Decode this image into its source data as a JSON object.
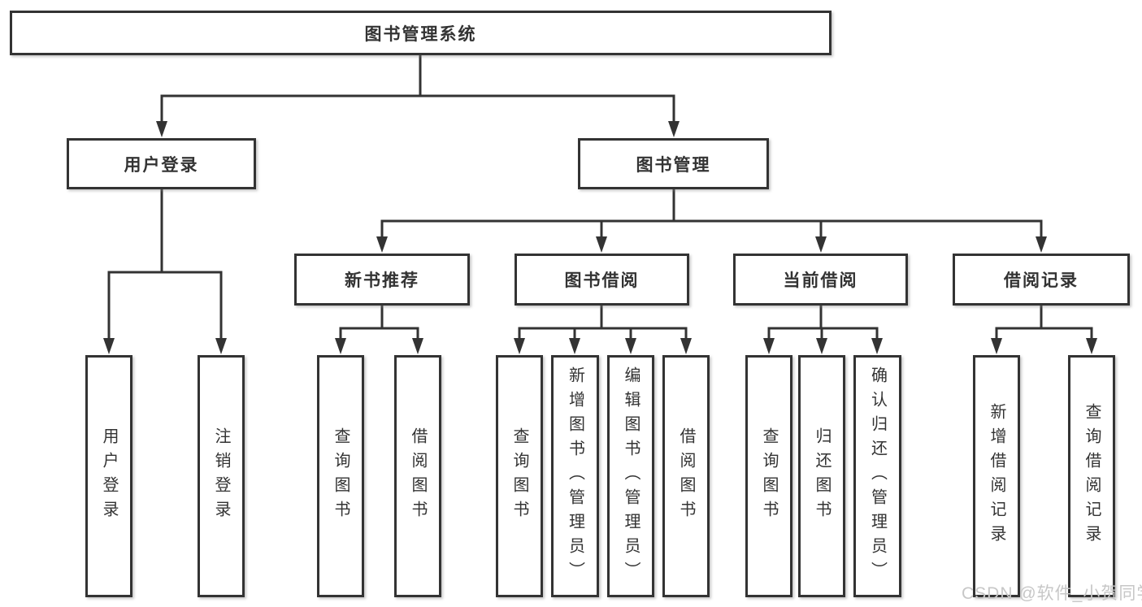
{
  "diagram": {
    "title": "图书管理系统",
    "root": {
      "label": "图书管理系统"
    },
    "level2": [
      {
        "label": "用户登录"
      },
      {
        "label": "图书管理"
      }
    ],
    "level3": [
      {
        "label": "新书推荐",
        "parent": "图书管理"
      },
      {
        "label": "图书借阅",
        "parent": "图书管理"
      },
      {
        "label": "当前借阅",
        "parent": "图书管理"
      },
      {
        "label": "借阅记录",
        "parent": "图书管理"
      }
    ],
    "leaves": [
      {
        "label": "用户登录",
        "parent": "用户登录"
      },
      {
        "label": "注销登录",
        "parent": "用户登录"
      },
      {
        "label": "查询图书",
        "parent": "新书推荐"
      },
      {
        "label": "借阅图书",
        "parent": "新书推荐"
      },
      {
        "label": "查询图书",
        "parent": "图书借阅"
      },
      {
        "label": "新增图书（管理员）",
        "parent": "图书借阅"
      },
      {
        "label": "编辑图书（管理员）",
        "parent": "图书借阅"
      },
      {
        "label": "借阅图书",
        "parent": "图书借阅"
      },
      {
        "label": "查询图书",
        "parent": "当前借阅"
      },
      {
        "label": "归还图书",
        "parent": "当前借阅"
      },
      {
        "label": "确认归还（管理员）",
        "parent": "当前借阅"
      },
      {
        "label": "新增借阅记录",
        "parent": "借阅记录"
      },
      {
        "label": "查询借阅记录",
        "parent": "借阅记录"
      }
    ]
  },
  "watermark": {
    "text": "CSDN @软件_小贺同学"
  },
  "colors": {
    "line": "#333333",
    "box_border": "#333333",
    "text": "#333333",
    "watermark": "#c7c7c7",
    "background": "#ffffff"
  }
}
